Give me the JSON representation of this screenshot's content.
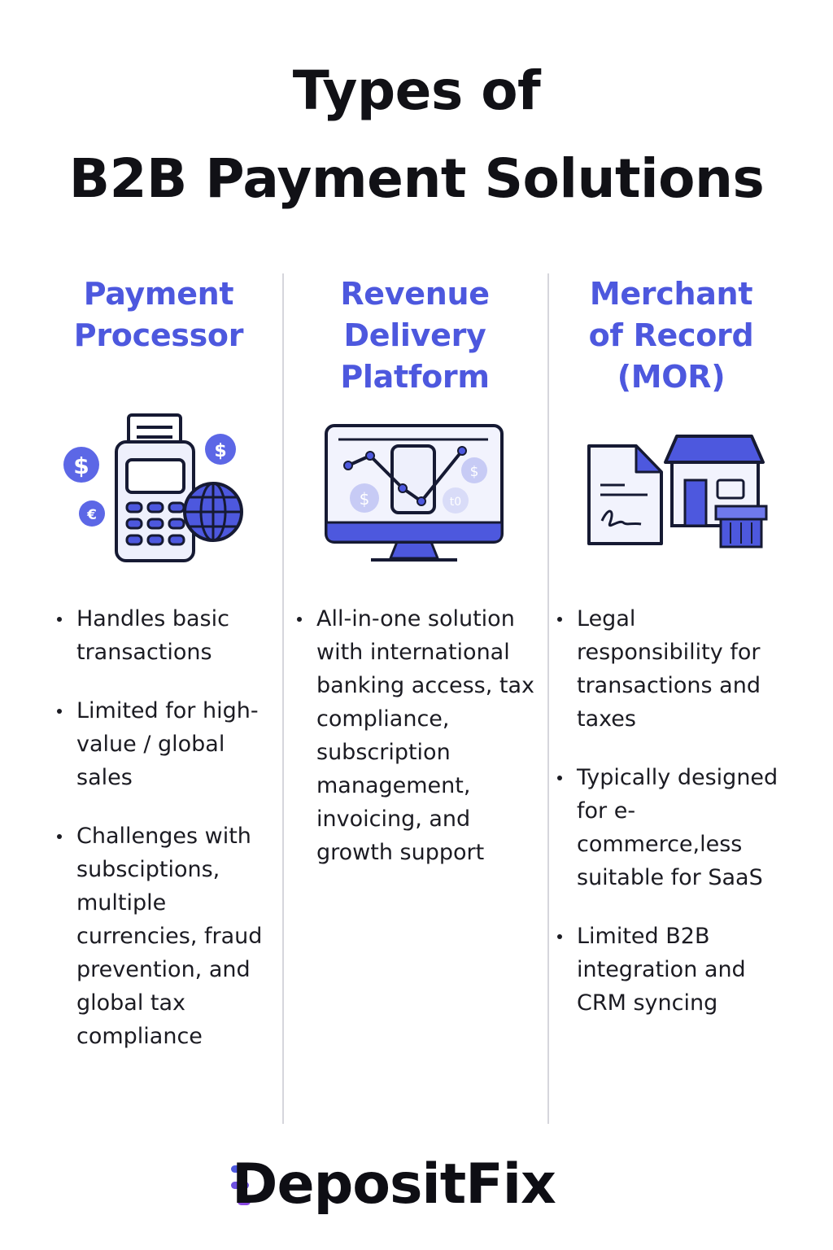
{
  "title": {
    "line1": "Types of",
    "line2": "B2B Payment Solutions"
  },
  "accent_color": "#4d58de",
  "columns": [
    {
      "title_lines": [
        "Payment",
        "Processor"
      ],
      "icon": "payment-terminal-icon",
      "icon_labels": {
        "dollar": "$",
        "euro": "€"
      },
      "bullets": [
        "Handles basic transactions",
        "Limited for high-value / global sales",
        "Challenges with subsciptions, multiple currencies, fraud prevention, and global tax compliance"
      ]
    },
    {
      "title_lines": [
        "Revenue",
        "Delivery",
        "Platform"
      ],
      "icon": "monitor-chart-icon",
      "icon_labels": {
        "dollar": "$",
        "other": "t0"
      },
      "bullets": [
        "All-in-one solution with international banking access, tax compliance, subscription management, invoicing, and growth support"
      ]
    },
    {
      "title_lines": [
        "Merchant",
        "of Record",
        "(MOR)"
      ],
      "icon": "document-storefront-icon",
      "bullets": [
        "Legal responsibility for transactions and taxes",
        "Typically designed for e-commerce,less suitable for SaaS",
        "Limited B2B integration and CRM syncing"
      ]
    }
  ],
  "logo": {
    "text": "DepositFix",
    "mark": "fast-d-logo-icon"
  }
}
